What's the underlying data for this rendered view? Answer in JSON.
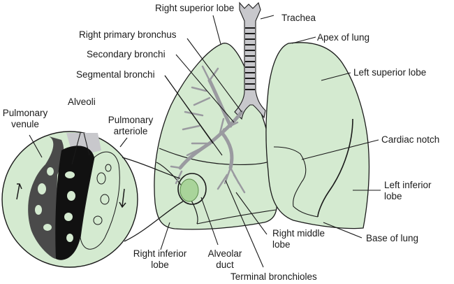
{
  "title": "Anatomy of the lungs",
  "colors": {
    "lung_fill": "#d4ead0",
    "bronchi_fill": "#c8c8cc",
    "outline": "#1a1a1a",
    "alveolar_duct_fill": "#a9d49a",
    "venule_fill": "#3a3a3a",
    "capillary_fill": "#111111"
  },
  "labels": {
    "right_superior_lobe": "Right superior lobe",
    "trachea": "Trachea",
    "apex_of_lung": "Apex of lung",
    "right_primary_bronchus": "Right primary bronchus",
    "secondary_bronchi": "Secondary bronchi",
    "left_superior_lobe": "Left superior lobe",
    "segmental_bronchi": "Segmental bronchi",
    "alveoli": "Alveoli",
    "pulmonary_venule_1": "Pulmonary",
    "pulmonary_venule_2": "venule",
    "pulmonary_arteriole_1": "Pulmonary",
    "pulmonary_arteriole_2": "arteriole",
    "cardiac_notch": "Cardiac notch",
    "left_inferior_lobe_1": "Left inferior",
    "left_inferior_lobe_2": "lobe",
    "right_middle_lobe_1": "Right middle",
    "right_middle_lobe_2": "lobe",
    "base_of_lung": "Base of lung",
    "right_inferior_lobe_1": "Right inferior",
    "right_inferior_lobe_2": "lobe",
    "alveolar_duct_1": "Alveolar",
    "alveolar_duct_2": "duct",
    "terminal_bronchioles": "Terminal bronchioles"
  }
}
